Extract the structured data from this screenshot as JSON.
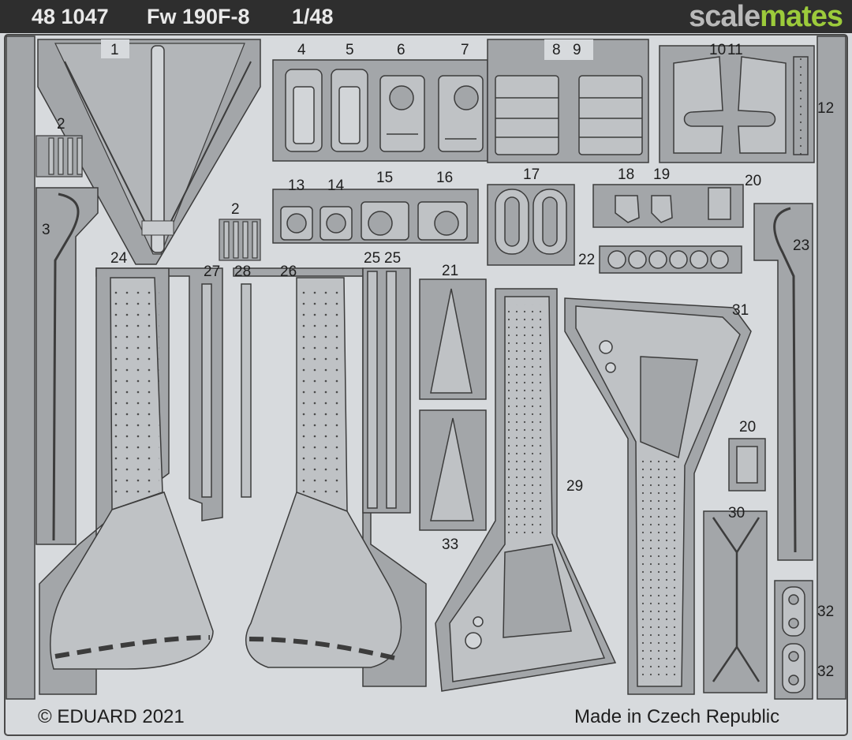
{
  "header": {
    "catalog_number": "48 1047",
    "model": "Fw 190F-8",
    "scale": "1/48",
    "watermark_part1": "scale",
    "watermark_part2": "mates"
  },
  "footer": {
    "copyright": "© EDUARD 2021",
    "origin": "Made in Czech Republic"
  },
  "part_labels": {
    "p1": "1",
    "p2a": "2",
    "p2b": "2",
    "p3": "3",
    "p4": "4",
    "p5": "5",
    "p6": "6",
    "p7": "7",
    "p8": "8",
    "p9": "9",
    "p10": "10",
    "p11": "11",
    "p12": "12",
    "p13": "13",
    "p14": "14",
    "p15": "15",
    "p16": "16",
    "p17": "17",
    "p18": "18",
    "p19": "19",
    "p20a": "20",
    "p20b": "20",
    "p21": "21",
    "p22": "22",
    "p23": "23",
    "p24": "24",
    "p25a": "25",
    "p25b": "25",
    "p26": "26",
    "p27": "27",
    "p28": "28",
    "p29": "29",
    "p30": "30",
    "p31": "31",
    "p32a": "32",
    "p32b": "32",
    "p33": "33"
  },
  "colors": {
    "background": "#d7dadd",
    "frame": "#a3a6a9",
    "part": "#bfc2c5",
    "outline": "#3c3c3c",
    "header": "#2e2e2e",
    "watermark_grey": "#b9b9b9",
    "watermark_green": "#9ccb3b"
  }
}
